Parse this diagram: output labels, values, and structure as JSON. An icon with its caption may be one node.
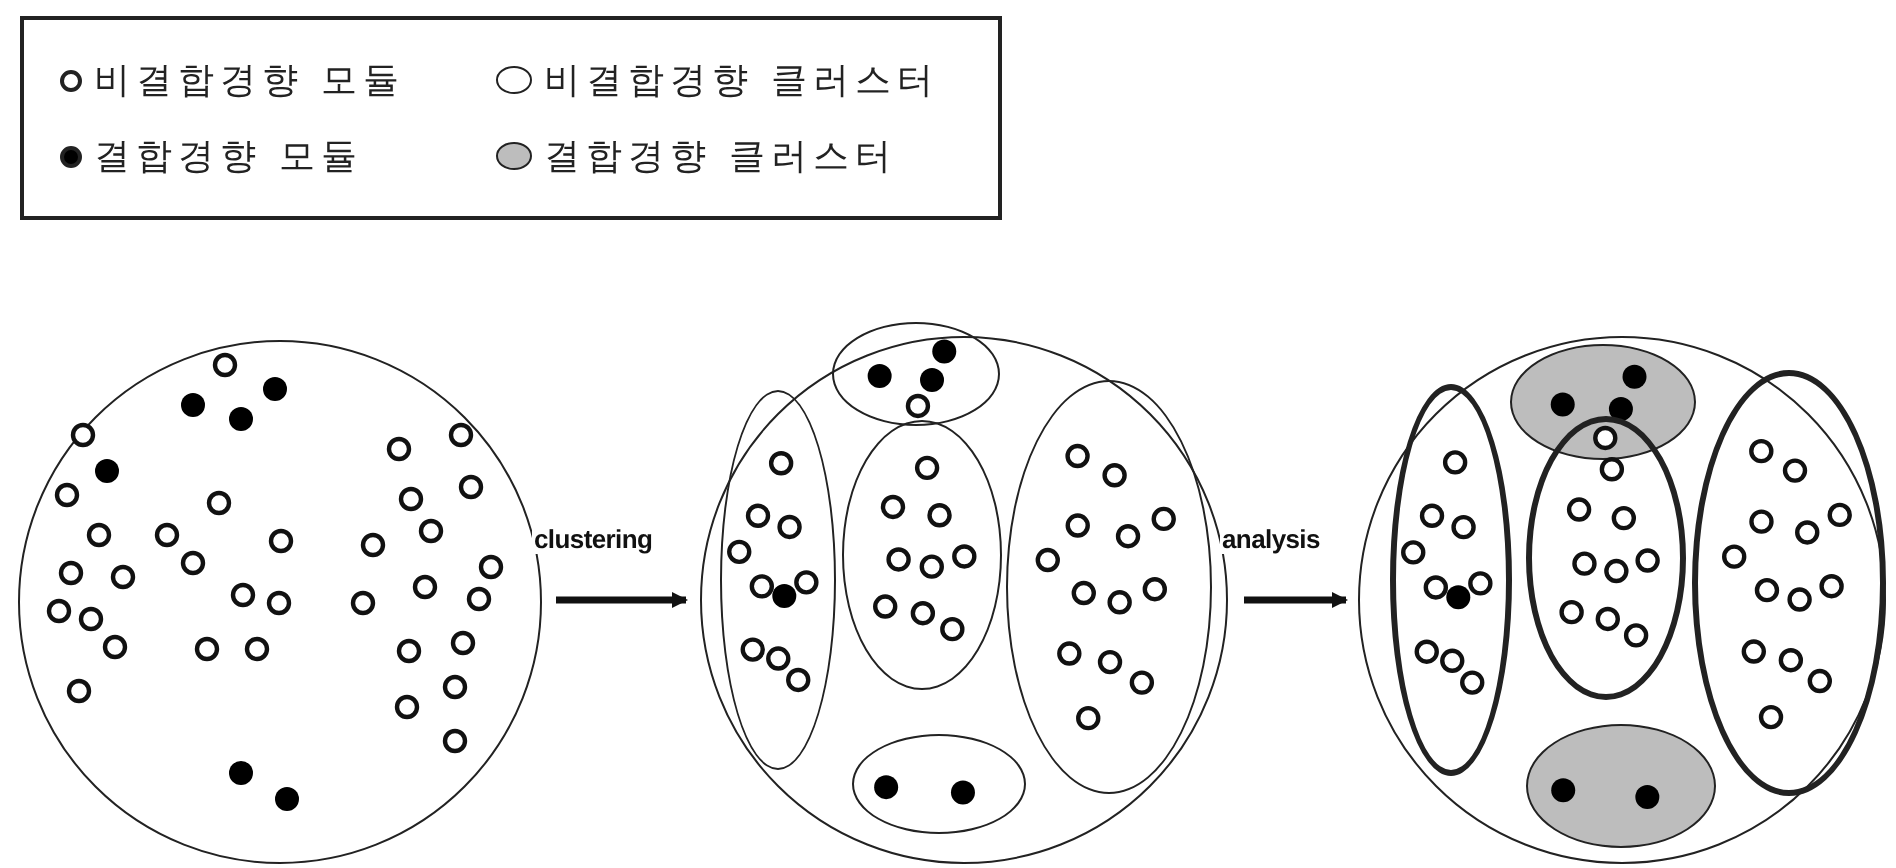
{
  "diagram": {
    "nodes": [
      {
        "text": [],
        "shape": "circle"
      },
      {
        "text": [],
        "shape": "circle"
      },
      {
        "text": [],
        "shape": "ellipse",
        "in": 1
      },
      {
        "text": [],
        "shape": "ellipse",
        "in": 1
      },
      {
        "text": [],
        "shape": "ellipse",
        "in": 1
      },
      {
        "text": [],
        "shape": "ellipse",
        "in": 1
      },
      {
        "text": [],
        "shape": "ellipse",
        "in": 1
      },
      {
        "text": [],
        "shape": "circle"
      },
      {
        "text": [],
        "shape": "ellipse",
        "in": 7
      },
      {
        "text": [],
        "shape": "ellipse",
        "in": 7
      },
      {
        "text": [],
        "shape": "ellipse",
        "in": 7
      },
      {
        "text": [],
        "shape": "ellipse",
        "in": 7
      },
      {
        "text": [],
        "shape": "ellipse",
        "in": 7
      }
    ],
    "edges": [
      {
        "from": 0,
        "to": 1,
        "arrow": "to",
        "label": "clustering"
      },
      {
        "from": 1,
        "to": 7,
        "arrow": "to",
        "label": "analysis"
      }
    ],
    "legend": [
      {
        "text": "비결합경향 모듈"
      },
      {
        "text": "비결합경향 클러스터"
      },
      {
        "text": "결합경향 모듈",
        "color": "#000000"
      },
      {
        "text": "결합경향 클러스터",
        "color": "#bdbdbd"
      }
    ]
  }
}
